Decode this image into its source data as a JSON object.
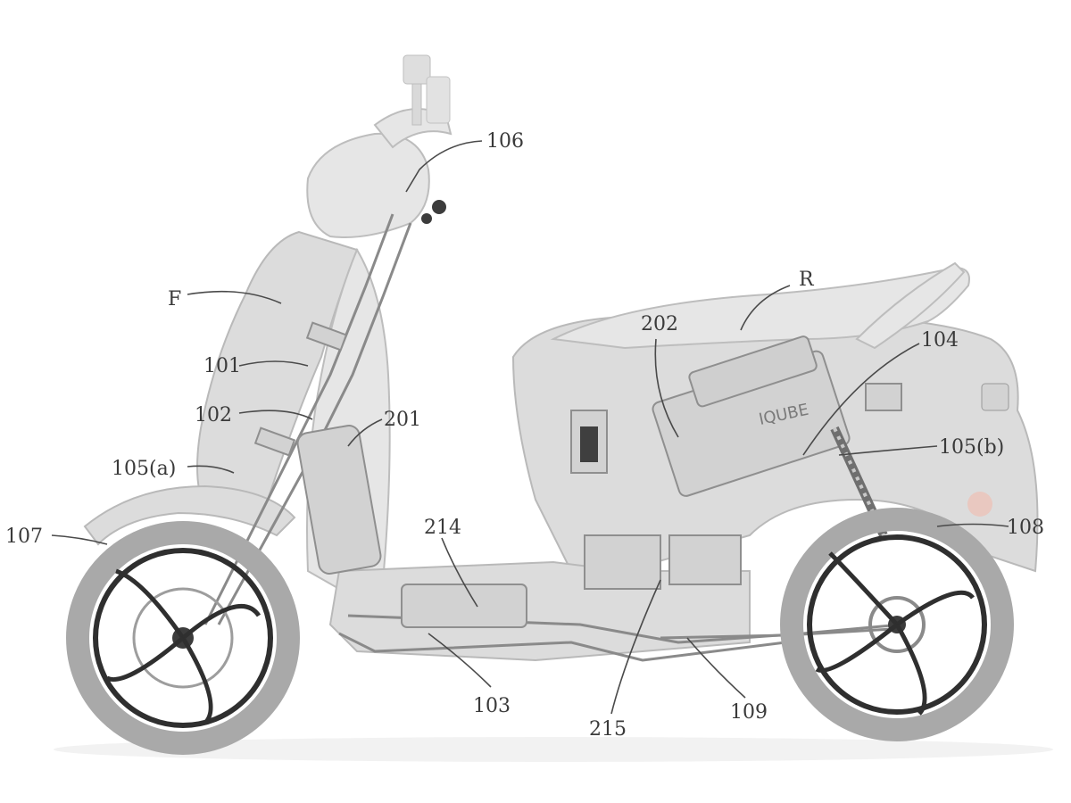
{
  "diagram": {
    "subject": "electric scooter patent drawing",
    "labels": {
      "l106": "106",
      "lF": "F",
      "lR": "R",
      "l202": "202",
      "l104": "104",
      "l101": "101",
      "l102": "102",
      "l201": "201",
      "l105a": "105(a)",
      "l105b": "105(b)",
      "l107": "107",
      "l214": "214",
      "l108": "108",
      "l103": "103",
      "l215": "215",
      "l109": "109"
    },
    "badge_text": "IQUBE"
  }
}
